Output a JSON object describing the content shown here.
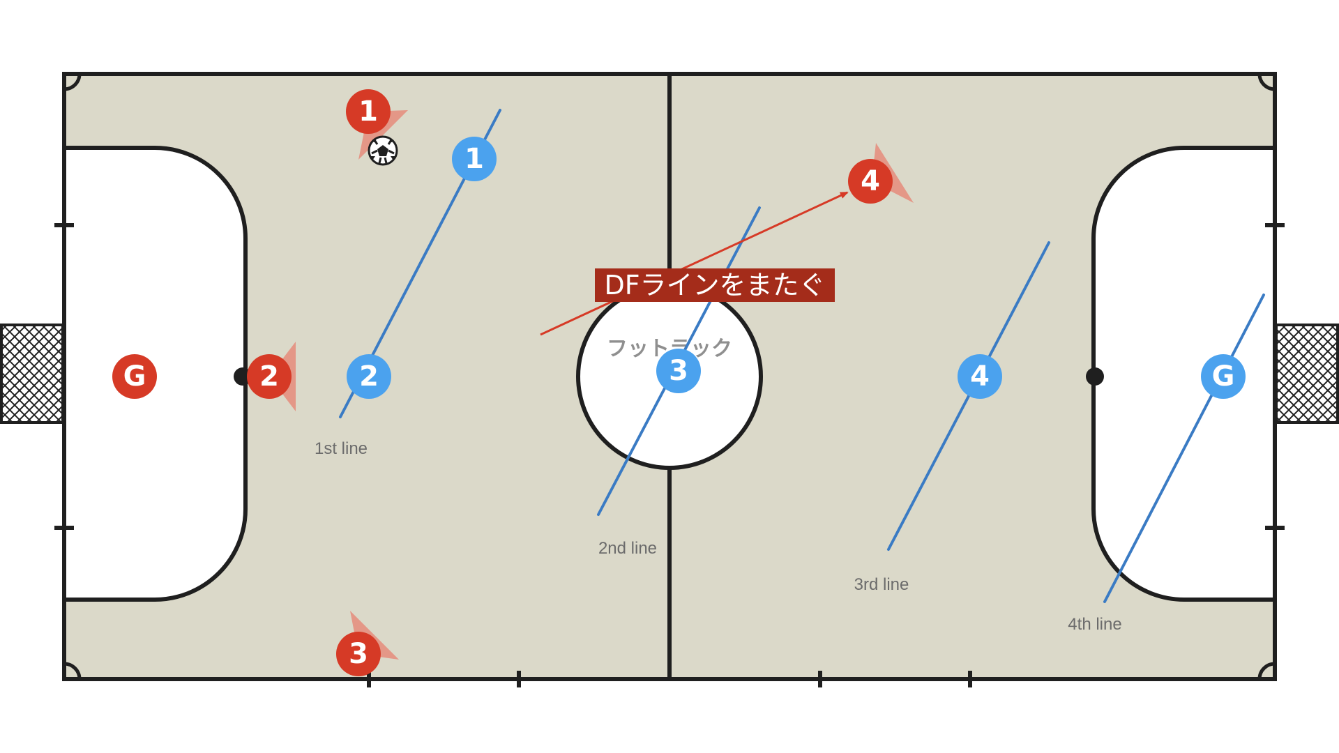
{
  "colors": {
    "court_fill": "#dbd9c9",
    "court_line": "#1f1f1f",
    "team_red": "#d63a26",
    "team_blue": "#4ba2ee",
    "def_line": "#3a7bc4",
    "callout_bg": "#a42c1a",
    "vision_cone": "#e48f80"
  },
  "court": {
    "center_label": "フットラック"
  },
  "callout": {
    "text": "DFラインをまたぐ"
  },
  "team_red": [
    {
      "label": "1",
      "role": "attacker",
      "has_ball": true
    },
    {
      "label": "2",
      "role": "attacker"
    },
    {
      "label": "3",
      "role": "attacker"
    },
    {
      "label": "4",
      "role": "attacker"
    },
    {
      "label": "G",
      "role": "goalkeeper"
    }
  ],
  "team_blue": [
    {
      "label": "1",
      "role": "defender"
    },
    {
      "label": "2",
      "role": "defender"
    },
    {
      "label": "3",
      "role": "defender"
    },
    {
      "label": "4",
      "role": "defender"
    },
    {
      "label": "G",
      "role": "goalkeeper"
    }
  ],
  "defensive_lines": [
    {
      "label": "1st line"
    },
    {
      "label": "2nd line"
    },
    {
      "label": "3rd line"
    },
    {
      "label": "4th line"
    }
  ],
  "icons": {
    "ball": "soccer-ball-icon",
    "goal": "goal-net-icon"
  }
}
